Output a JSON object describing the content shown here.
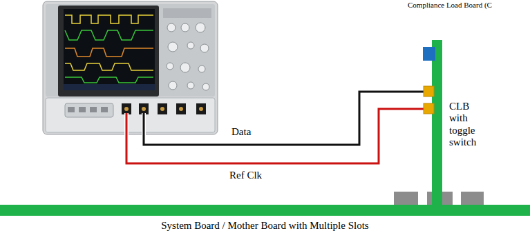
{
  "diagram": {
    "nodes": [
      {
        "text": [
          "System Board / Mother Board with Multiple Slots"
        ]
      },
      {
        "text": [
          "CLB with toggle switch"
        ]
      }
    ],
    "labels": [
      "Compliance Load Board (C",
      "Data",
      "Ref Clk"
    ]
  }
}
